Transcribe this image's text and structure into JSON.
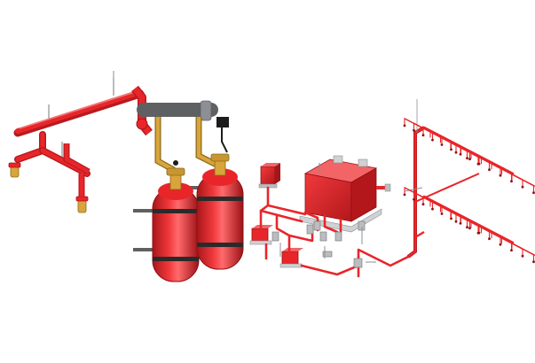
{
  "colors": {
    "pipe_red": "#e8262a",
    "pipe_red_dark": "#b81a1e",
    "pipe_red_light": "#f26466",
    "brass": "#d9a43a",
    "grey_pipe": "#9a9c9e",
    "grey_dark": "#5e6062",
    "steel": "#8c8f93",
    "black": "#1c1c1c",
    "white": "#ffffff"
  },
  "components": [
    {
      "id": "distribution-manifold",
      "icon": "manifold-icon"
    },
    {
      "id": "gas-cylinder-left",
      "icon": "cylinder-icon"
    },
    {
      "id": "gas-cylinder-right",
      "icon": "cylinder-icon"
    },
    {
      "id": "control-valve-box",
      "icon": "valve-box-icon"
    },
    {
      "id": "main-pump-unit",
      "icon": "pump-unit-icon"
    },
    {
      "id": "sprinkler-grid-upper",
      "icon": "sprinkler-icon"
    },
    {
      "id": "sprinkler-grid-lower",
      "icon": "sprinkler-icon"
    }
  ]
}
